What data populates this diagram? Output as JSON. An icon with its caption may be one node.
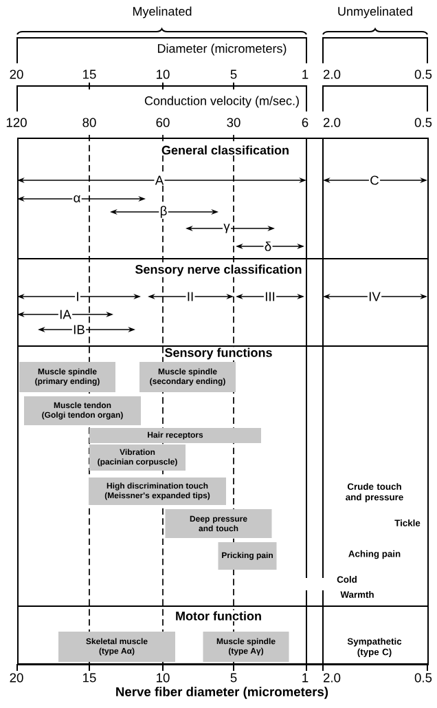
{
  "diagram": {
    "nodes": [
      {
        "text": [
          "General classification"
        ]
      },
      {
        "text": [
          "Sensory nerve classification"
        ]
      },
      {
        "text": [
          "Sensory functions"
        ]
      },
      {
        "text": [
          "Muscle spindle",
          "(primary ending)"
        ],
        "in": 2
      },
      {
        "text": [
          "Muscle spindle",
          "(secondary ending)"
        ],
        "in": 2
      },
      {
        "text": [
          "Muscle tendon",
          "(Golgi tendon organ)"
        ],
        "in": 2
      },
      {
        "text": [
          "Hair receptors"
        ],
        "in": 2
      },
      {
        "text": [
          "Vibration",
          "(pacinian corpuscle)"
        ],
        "in": 2
      },
      {
        "text": [
          "High discrimination touch",
          "(Meissner's expanded tips)"
        ],
        "in": 2
      },
      {
        "text": [
          "Deep pressure and touch"
        ],
        "in": 2
      },
      {
        "text": [
          "Pricking pain"
        ],
        "in": 2
      },
      {
        "text": [
          "Motor function"
        ]
      },
      {
        "text": [
          "Skeletal muscle",
          "(type Aα)"
        ],
        "in": 11
      },
      {
        "text": [
          "Muscle spindle",
          "(type Aγ)"
        ],
        "in": 11
      }
    ],
    "labels": [
      "Myelinated",
      "Unmyelinated",
      "Diameter (micrometers)",
      "20",
      "15",
      "10",
      "5",
      "1",
      "2.0",
      "0.5",
      "Conduction velocity (m/sec.)",
      "120",
      "80",
      "60",
      "30",
      "6",
      "2.0",
      "0.5",
      "A",
      "C",
      "α",
      "β",
      "γ",
      "δ",
      "I",
      "II",
      "III",
      "IV",
      "IA",
      "IB",
      "Crude touch and pressure",
      "Tickle",
      "Aching pain",
      "Cold",
      "Warmth",
      "Sympathetic (type C)",
      "20",
      "15",
      "10",
      "5",
      "1",
      "2.0",
      "0.5",
      "Nerve fiber diameter (micrometers)"
    ]
  }
}
